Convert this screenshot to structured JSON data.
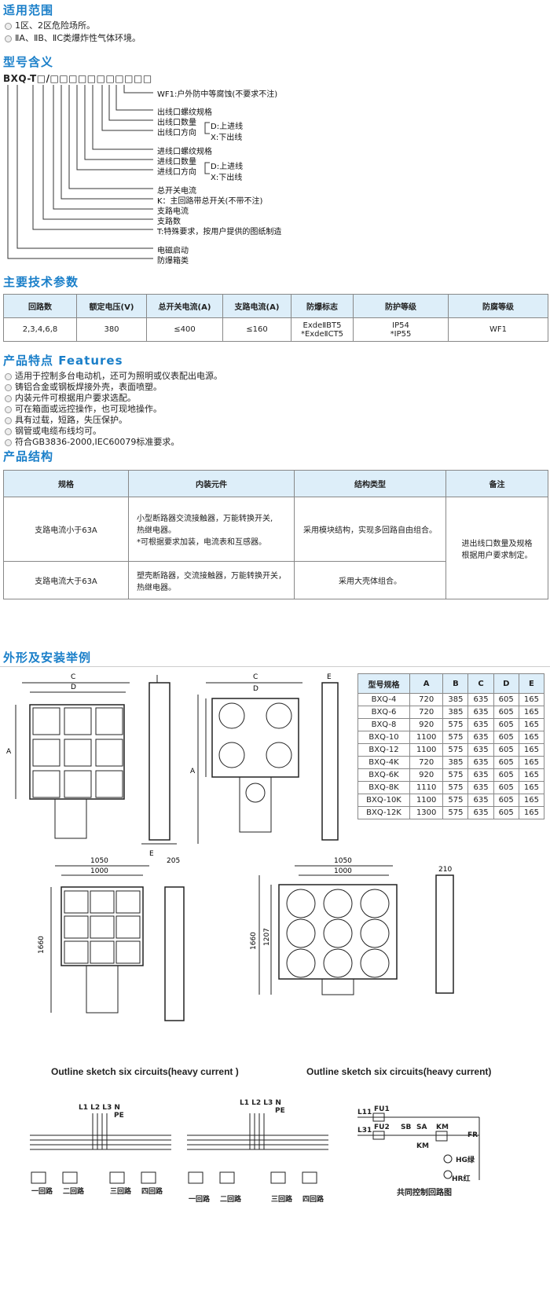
{
  "scope": {
    "title": "适用范围",
    "items": [
      "1区、2区危险场所。",
      "ⅡA、ⅡB、ⅡC类爆炸性气体环境。"
    ]
  },
  "model": {
    "title": "型号含义",
    "code": "BXQ-T□/□□□□□□□□□□□",
    "labels": [
      "WF1:户外防中等腐蚀(不要求不注)",
      "出线口螺纹规格",
      "出线口数量",
      "出线口方向",
      "D:上进线",
      "X:下出线",
      "进线口螺纹规格",
      "进线口数量",
      "进线口方向",
      "D:上进线",
      "X:下出线",
      "总开关电流",
      "K：主回路带总开关(不带不注)",
      "支路电流",
      "支路数",
      "T:特殊要求，按用户提供的图纸制造",
      "电磁启动",
      "防爆箱类"
    ]
  },
  "params": {
    "title": "主要技术参数",
    "headers": [
      "回路数",
      "额定电压(V)",
      "总开关电流(A)",
      "支路电流(A)",
      "防爆标志",
      "防护等级",
      "防腐等级"
    ],
    "row": [
      "2,3,4,6,8",
      "380",
      "≤400",
      "≤160",
      "ExdeⅡBT5",
      "IP54",
      "WF1"
    ],
    "row2": [
      "",
      "",
      "",
      "",
      "*ExdeⅡCT5",
      "*IP55",
      ""
    ]
  },
  "features": {
    "title": "产品特点 Features",
    "items": [
      "适用于控制多台电动机，还可为照明或仪表配出电源。",
      "铸铝合金或钢板焊接外壳，表面喷塑。",
      "内装元件可根据用户要求选配。",
      "可在箱面或远控操作，也可现地操作。",
      "具有过载，短路，失压保护。",
      "钢管或电缆布线均可。",
      "符合GB3836-2000,IEC60079标准要求。"
    ]
  },
  "structure": {
    "title": "产品结构",
    "headers": [
      "规格",
      "内装元件",
      "结构类型",
      "备注"
    ],
    "rows": [
      {
        "spec": "支路电流小于63A",
        "parts_1": "小型断路器交流接触器，万能转换开关,",
        "parts_2": "热继电器。",
        "parts_3": "*可根据要求加装，电流表和互感器。",
        "type": "采用模块结构，实现多回路自由组合。"
      },
      {
        "spec": "支路电流大于63A",
        "parts_1": "塑壳断路器，交流接触器，万能转换开关，",
        "parts_2": "热继电器。",
        "parts_3": "",
        "type": "采用大壳体组合。"
      }
    ],
    "note_1": "进出线口数量及规格",
    "note_2": "根据用户要求制定。"
  },
  "install": {
    "title": "外形及安装举例",
    "dim_table": {
      "headers": [
        "型号规格",
        "A",
        "B",
        "C",
        "D",
        "E"
      ],
      "rows": [
        [
          "BXQ-4",
          "720",
          "385",
          "635",
          "605",
          "165"
        ],
        [
          "BXQ-6",
          "720",
          "385",
          "635",
          "605",
          "165"
        ],
        [
          "BXQ-8",
          "920",
          "575",
          "635",
          "605",
          "165"
        ],
        [
          "BXQ-10",
          "1100",
          "575",
          "635",
          "605",
          "165"
        ],
        [
          "BXQ-12",
          "1100",
          "575",
          "635",
          "605",
          "165"
        ],
        [
          "BXQ-4K",
          "720",
          "385",
          "635",
          "605",
          "165"
        ],
        [
          "BXQ-6K",
          "920",
          "575",
          "635",
          "605",
          "165"
        ],
        [
          "BXQ-8K",
          "1110",
          "575",
          "635",
          "605",
          "165"
        ],
        [
          "BXQ-10K",
          "1100",
          "575",
          "635",
          "605",
          "165"
        ],
        [
          "BXQ-12K",
          "1300",
          "575",
          "635",
          "605",
          "165"
        ]
      ]
    },
    "dims": {
      "C": "C",
      "D": "D",
      "A": "A",
      "E": "E",
      "w1": "1050",
      "w2": "1000",
      "h1": "1660",
      "side1": "205",
      "w3": "1050",
      "w4": "1000",
      "h2": "1660",
      "h3": "1207",
      "side2": "210"
    },
    "caption_left": "Outline sketch six circuits(heavy current )",
    "caption_right": "Outline sketch six circuits(heavy current)",
    "circuit_labels_left": [
      "一回路",
      "二回路",
      "三回路",
      "四回路"
    ],
    "circuit_labels_mid": [
      "一回路",
      "二回路",
      "三回路",
      "四回路"
    ],
    "phase_labels": "L1 L2 L3 N",
    "pe": "PE",
    "control_title": "共同控制回路图",
    "control_labels": [
      "L11",
      "FU1",
      "L31",
      "FU2",
      "SB",
      "SA",
      "KM",
      "FR",
      "KM",
      "HG绿",
      "HR红"
    ]
  }
}
